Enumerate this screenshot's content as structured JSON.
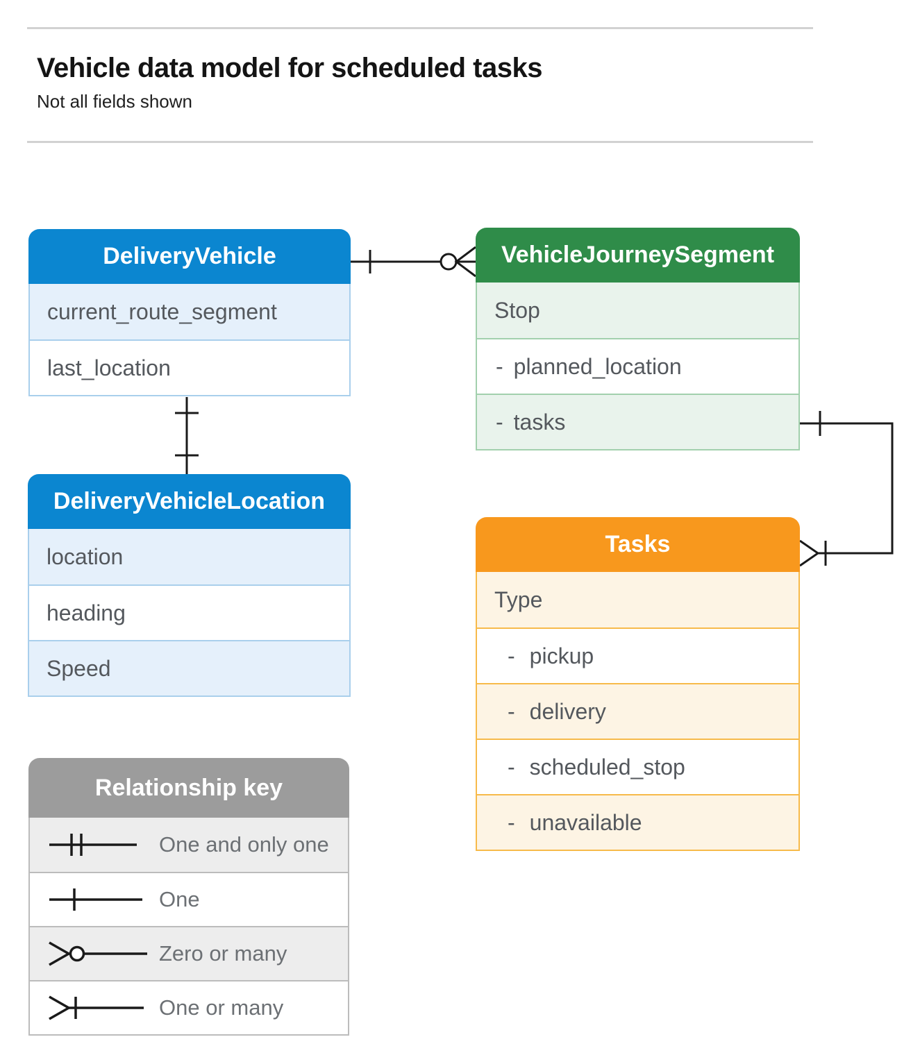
{
  "page": {
    "title": "Vehicle data model for scheduled tasks",
    "subtitle": "Not all fields shown"
  },
  "entities": {
    "delivery_vehicle": {
      "title": "DeliveryVehicle",
      "fields": [
        {
          "label": "current_route_segment"
        },
        {
          "label": "last_location"
        }
      ]
    },
    "vehicle_journey_segment": {
      "title": "VehicleJourneySegment",
      "fields": [
        {
          "label": "Stop"
        },
        {
          "prefix": "-",
          "label": "planned_location"
        },
        {
          "prefix": "-",
          "label": "tasks"
        }
      ]
    },
    "delivery_vehicle_location": {
      "title": "DeliveryVehicleLocation",
      "fields": [
        {
          "label": "location"
        },
        {
          "label": "heading"
        },
        {
          "label": "Speed"
        }
      ]
    },
    "tasks": {
      "title": "Tasks",
      "fields": [
        {
          "label": "Type"
        },
        {
          "prefix": "-",
          "label": "pickup"
        },
        {
          "prefix": "-",
          "label": "delivery"
        },
        {
          "prefix": "-",
          "label": "scheduled_stop"
        },
        {
          "prefix": "-",
          "label": "unavailable"
        }
      ]
    }
  },
  "legend": {
    "title": "Relationship key",
    "items": [
      {
        "symbol": "one-and-only-one",
        "label": "One and only one"
      },
      {
        "symbol": "one",
        "label": "One"
      },
      {
        "symbol": "zero-or-many",
        "label": "Zero or many"
      },
      {
        "symbol": "one-or-many",
        "label": "One or many"
      }
    ]
  },
  "relationships": [
    {
      "from": "DeliveryVehicle",
      "to": "VehicleJourneySegment",
      "from_end": "one",
      "to_end": "zero-or-many"
    },
    {
      "from": "DeliveryVehicle",
      "to": "DeliveryVehicleLocation",
      "from_end": "one",
      "to_end": "one"
    },
    {
      "from": "VehicleJourneySegment.tasks",
      "to": "Tasks",
      "from_end": "one",
      "to_end": "one-or-many"
    }
  ],
  "colors": {
    "blue_header": "#0b86d0",
    "blue_row": "#e5f0fb",
    "green_header": "#2f8c49",
    "green_row": "#e9f3ec",
    "orange_header": "#f8981d",
    "orange_row": "#fdf4e4",
    "legend_header": "#9c9c9c",
    "legend_row": "#ededed",
    "connector": "#1a1a1a"
  }
}
